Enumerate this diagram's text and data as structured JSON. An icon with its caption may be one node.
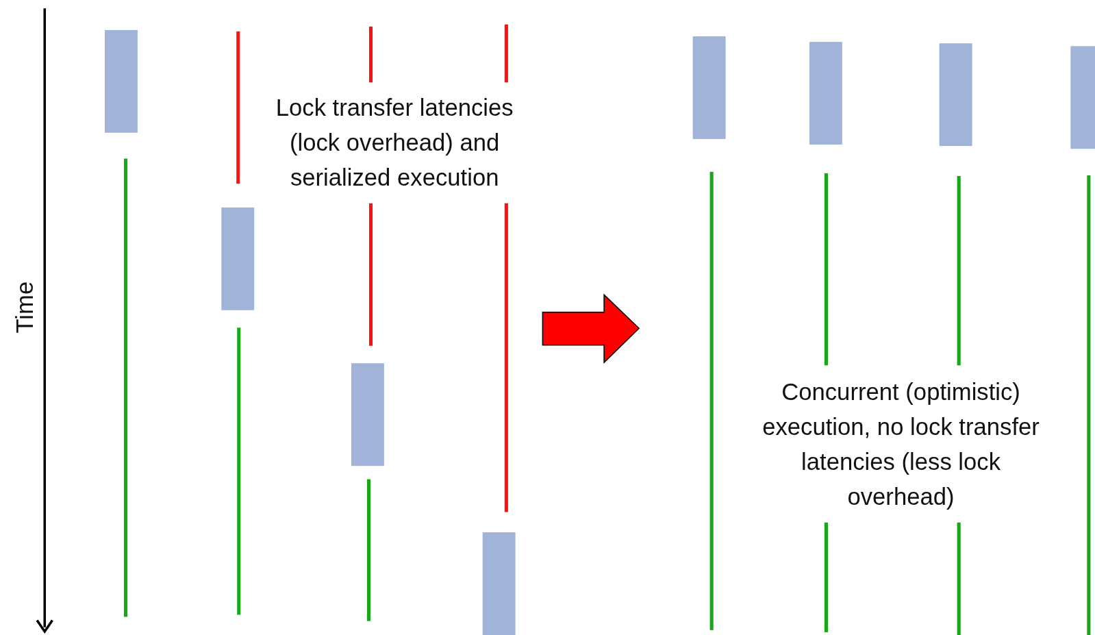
{
  "diagram": {
    "labels": [
      "Time",
      "Lock transfer latencies (lock overhead) and serialized execution",
      "Concurrent (optimistic) execution, no lock transfer latencies (less lock overhead)"
    ]
  }
}
